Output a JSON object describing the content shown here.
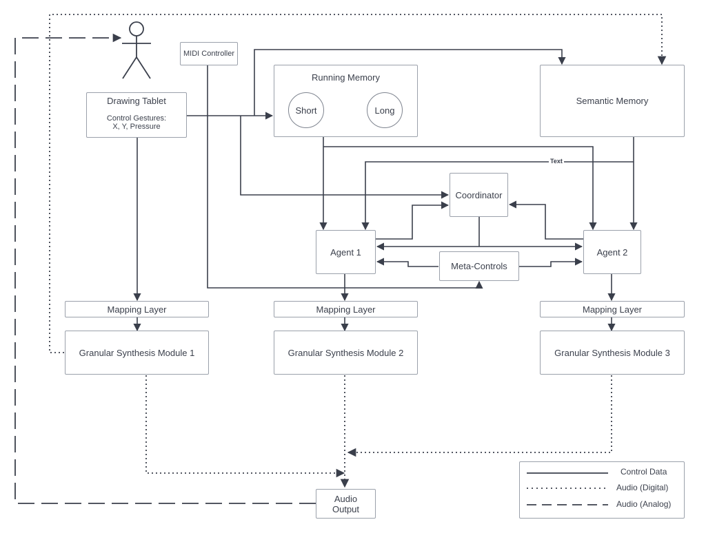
{
  "nodes": {
    "user": "",
    "midi_controller": "MIDI Controller",
    "drawing_tablet": {
      "title": "Drawing Tablet",
      "subtitle_line1": "Control Gestures:",
      "subtitle_line2": "X, Y, Pressure"
    },
    "running_memory": {
      "title": "Running Memory",
      "short": "Short",
      "long": "Long"
    },
    "semantic_memory": "Semantic Memory",
    "coordinator": "Coordinator",
    "agent1": "Agent 1",
    "agent2": "Agent 2",
    "meta_controls": "Meta-Controls",
    "mapping_layer_1": "Mapping Layer",
    "mapping_layer_2": "Mapping Layer",
    "mapping_layer_3": "Mapping Layer",
    "gsm1": "Granular Synthesis Module 1",
    "gsm2": "Granular Synthesis Module 2",
    "gsm3": "Granular Synthesis Module 3",
    "audio_output_line1": "Audio",
    "audio_output_line2": "Output"
  },
  "edge_labels": {
    "text": "Text"
  },
  "legend": {
    "control": "Control Data",
    "audio_digital": "Audio (Digital)",
    "audio_analog": "Audio (Analog)"
  },
  "colors": {
    "line": "#3a3f4b",
    "box_border": "#9aa0aa"
  }
}
